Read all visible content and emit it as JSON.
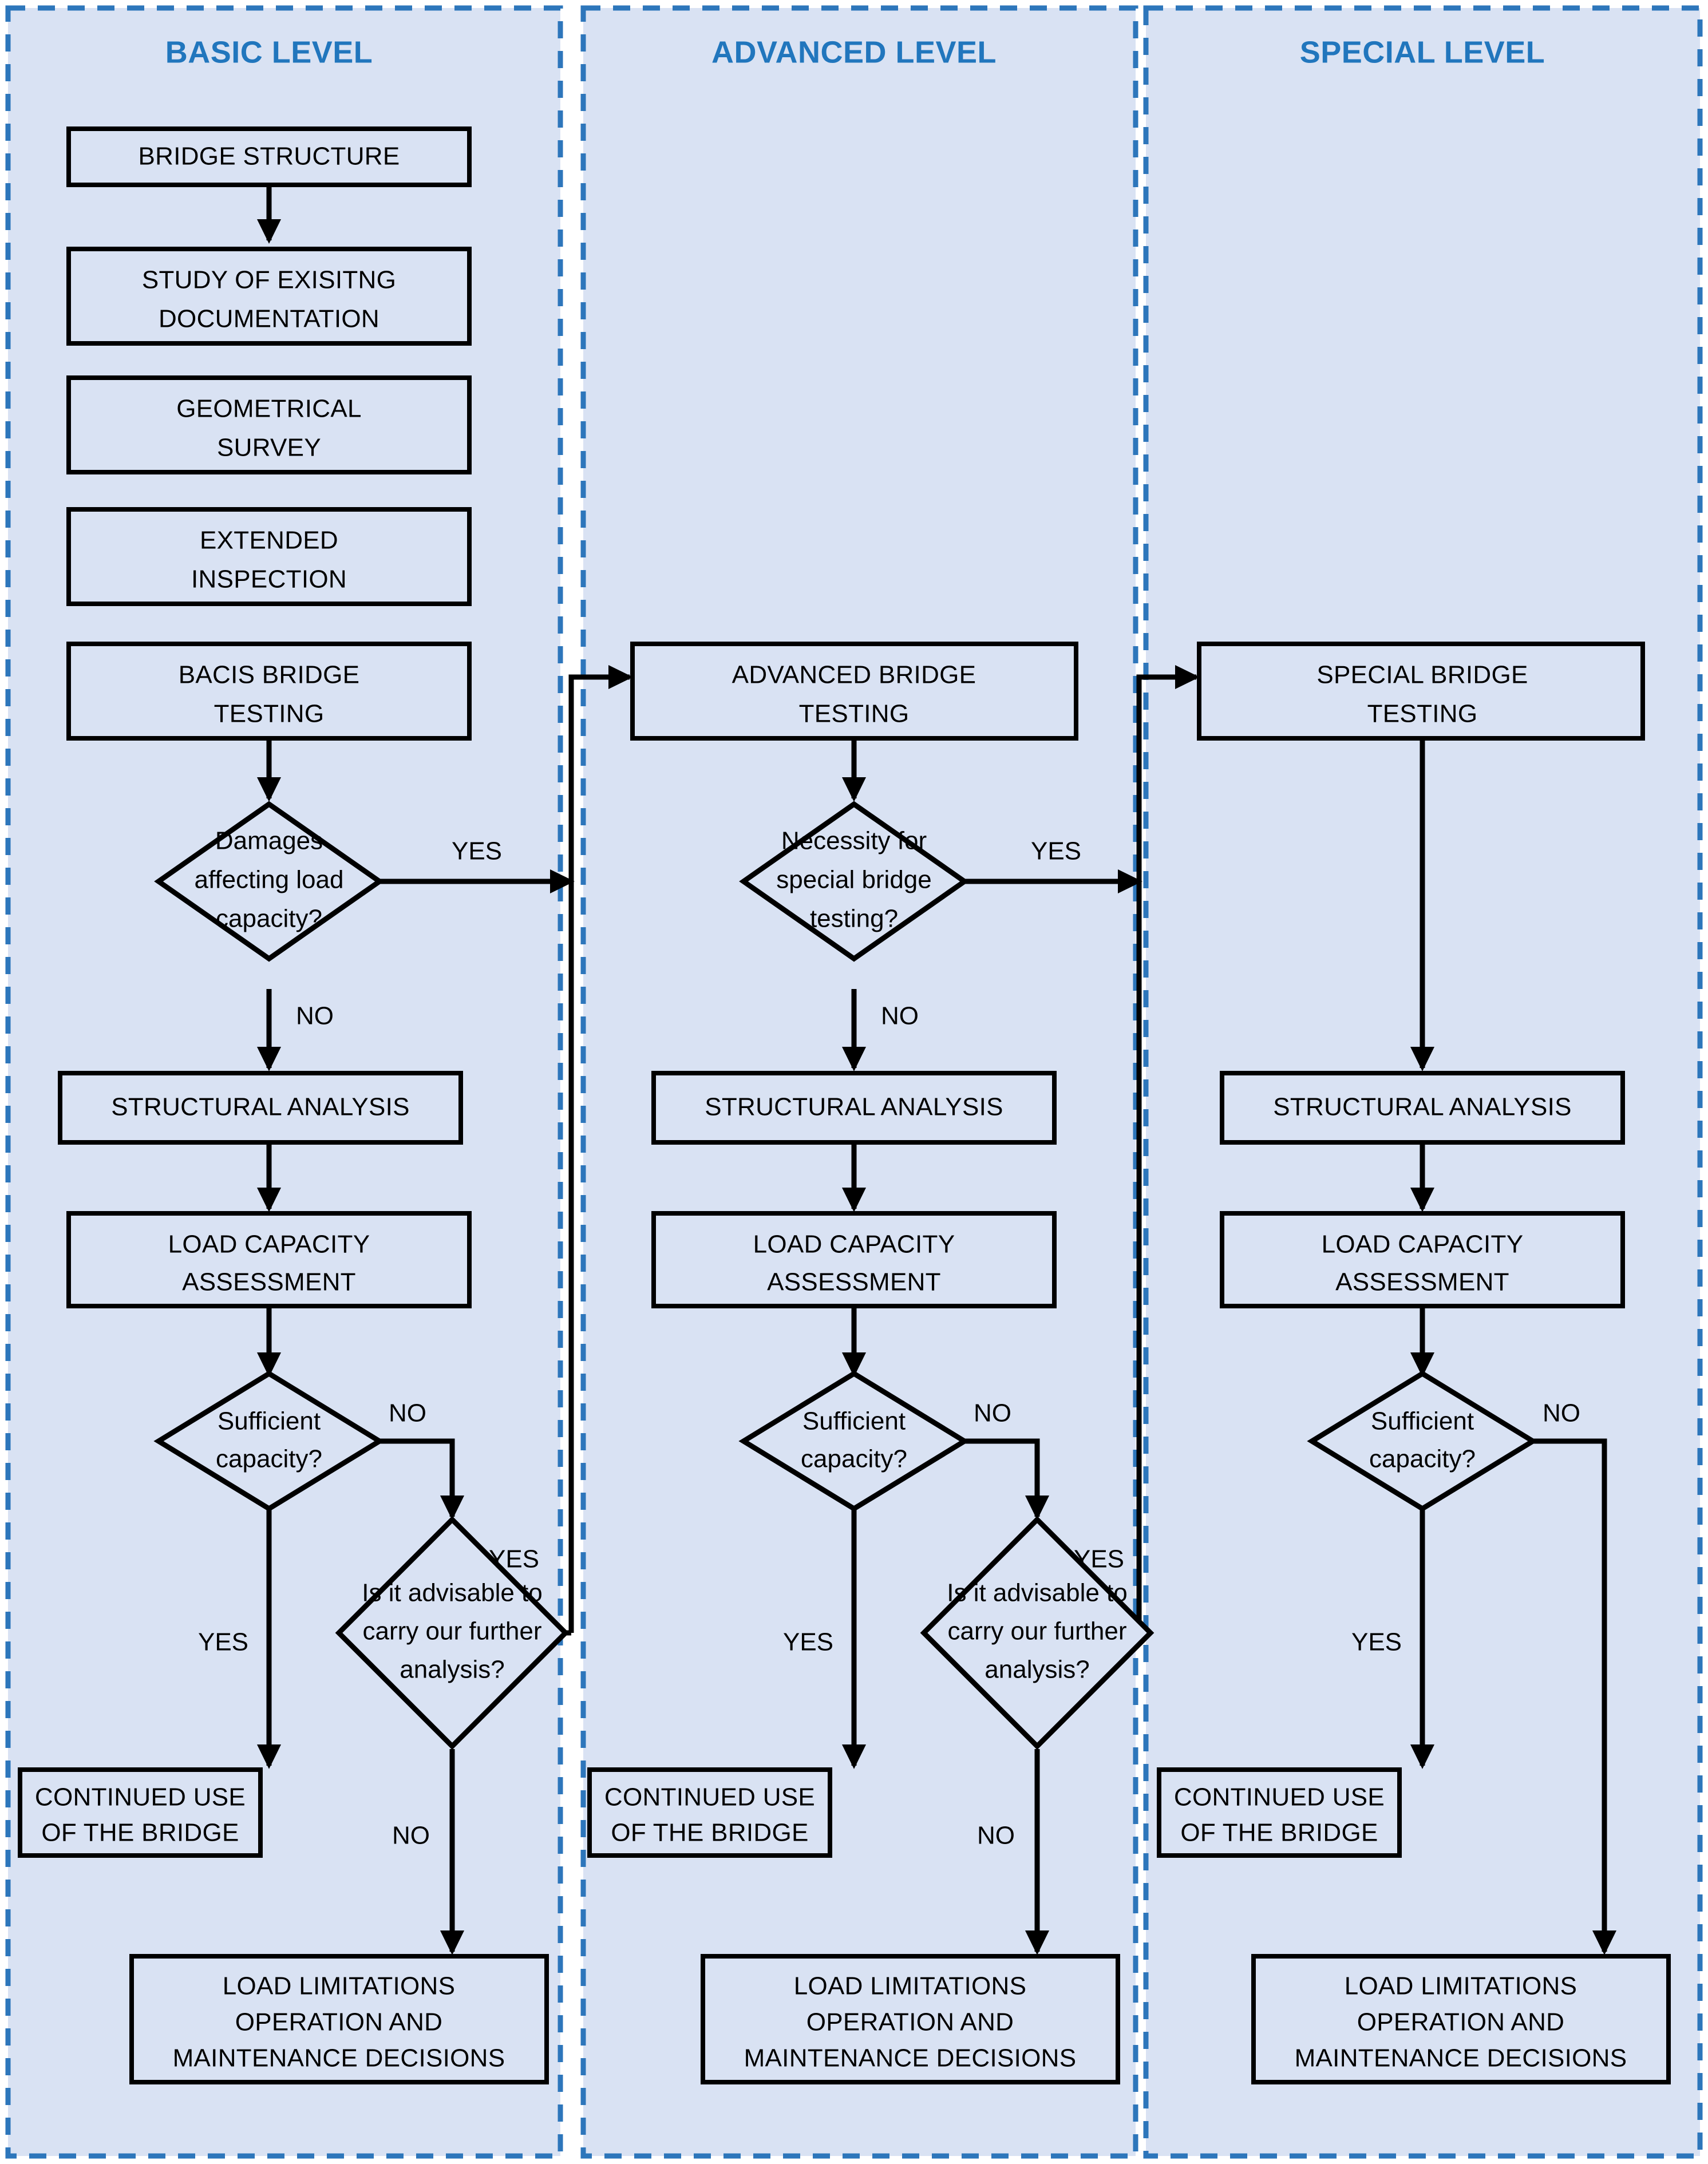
{
  "diagram": {
    "title": "Bridge load capacity assessment procedure levels",
    "accent_color": "#2176bd",
    "panel_fill": "#d9e2f3",
    "node_stroke": "#000000"
  },
  "panels": [
    {
      "id": "basic",
      "title": "BASIC LEVEL"
    },
    {
      "id": "advanced",
      "title": "ADVANCED LEVEL"
    },
    {
      "id": "special",
      "title": "SPECIAL LEVEL"
    }
  ],
  "basic": {
    "bridge_structure": {
      "line1": "BRIDGE STRUCTURE"
    },
    "study_docs": {
      "line1": "STUDY OF EXISITNG",
      "line2": "DOCUMENTATION"
    },
    "geometrical_survey": {
      "line1": "GEOMETRICAL",
      "line2": "SURVEY"
    },
    "extended_inspection": {
      "line1": "EXTENDED",
      "line2": "INSPECTION"
    },
    "basic_testing": {
      "line1": "BACIS BRIDGE",
      "line2": "TESTING"
    },
    "damages_decision": {
      "line1": "Damages",
      "line2": "affecting load",
      "line3": "capacity?"
    },
    "structural_analysis": {
      "line1": "STRUCTURAL ANALYSIS"
    },
    "load_capacity": {
      "line1": "LOAD CAPACITY",
      "line2": "ASSESSMENT"
    },
    "sufficient_decision": {
      "line1": "Sufficient",
      "line2": "capacity?"
    },
    "advisable_decision": {
      "line1": "Is it advisable to",
      "line2": "carry our further",
      "line3": "analysis?"
    },
    "continued_use": {
      "line1": "CONTINUED USE",
      "line2": "OF THE BRIDGE"
    },
    "load_limitations": {
      "line1": "LOAD LIMITATIONS",
      "line2": "OPERATION AND",
      "line3": "MAINTENANCE DECISIONS"
    },
    "labels": {
      "damages_yes": "YES",
      "damages_no": "NO",
      "sufficient_yes": "YES",
      "sufficient_no": "NO",
      "advisable_yes": "YES",
      "advisable_no": "NO"
    }
  },
  "advanced": {
    "advanced_testing": {
      "line1": "ADVANCED BRIDGE",
      "line2": "TESTING"
    },
    "necessity_decision": {
      "line1": "Necessity for",
      "line2": "special bridge",
      "line3": "testing?"
    },
    "structural_analysis": {
      "line1": "STRUCTURAL ANALYSIS"
    },
    "load_capacity": {
      "line1": "LOAD CAPACITY",
      "line2": "ASSESSMENT"
    },
    "sufficient_decision": {
      "line1": "Sufficient",
      "line2": "capacity?"
    },
    "advisable_decision": {
      "line1": "Is it advisable to",
      "line2": "carry our further",
      "line3": "analysis?"
    },
    "continued_use": {
      "line1": "CONTINUED USE",
      "line2": "OF THE BRIDGE"
    },
    "load_limitations": {
      "line1": "LOAD LIMITATIONS",
      "line2": "OPERATION AND",
      "line3": "MAINTENANCE DECISIONS"
    },
    "labels": {
      "necessity_yes": "YES",
      "necessity_no": "NO",
      "sufficient_yes": "YES",
      "sufficient_no": "NO",
      "advisable_yes": "YES",
      "advisable_no": "NO"
    }
  },
  "special": {
    "special_testing": {
      "line1": "SPECIAL BRIDGE",
      "line2": "TESTING"
    },
    "structural_analysis": {
      "line1": "STRUCTURAL ANALYSIS"
    },
    "load_capacity": {
      "line1": "LOAD CAPACITY",
      "line2": "ASSESSMENT"
    },
    "sufficient_decision": {
      "line1": "Sufficient",
      "line2": "capacity?"
    },
    "continued_use": {
      "line1": "CONTINUED USE",
      "line2": "OF THE BRIDGE"
    },
    "load_limitations": {
      "line1": "LOAD LIMITATIONS",
      "line2": "OPERATION AND",
      "line3": "MAINTENANCE DECISIONS"
    },
    "labels": {
      "sufficient_yes": "YES",
      "sufficient_no": "NO"
    }
  }
}
